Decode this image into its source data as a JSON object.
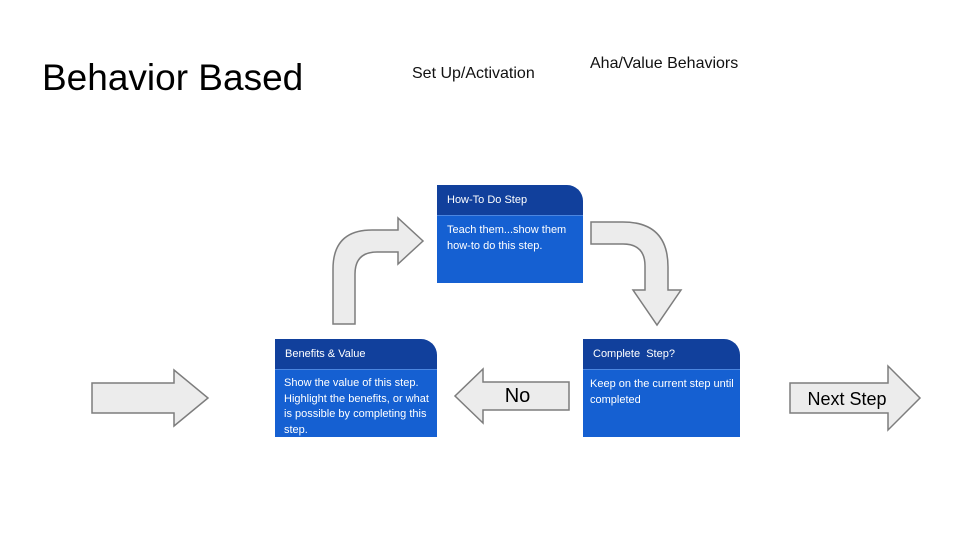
{
  "title": "Behavior Based",
  "top_labels": {
    "setup": "Set Up/Activation",
    "aha": "Aha/Value Behaviors"
  },
  "cards": [
    {
      "header": "How-To Do Step",
      "body": "Teach them...show them how-to do this step."
    },
    {
      "header": "Benefits & Value",
      "body": "Show the value of this step. Highlight the benefits, or what is possible by completing this step."
    },
    {
      "header": "Complete  Step?",
      "body": "Keep on the current step until completed"
    }
  ],
  "arrows": {
    "no_label": "No",
    "next_label": "Next Step"
  },
  "colors": {
    "card_header": "#11409c",
    "card_body": "#1560d2",
    "arrow_fill": "#ececec",
    "arrow_stroke": "#7d7d7d"
  }
}
